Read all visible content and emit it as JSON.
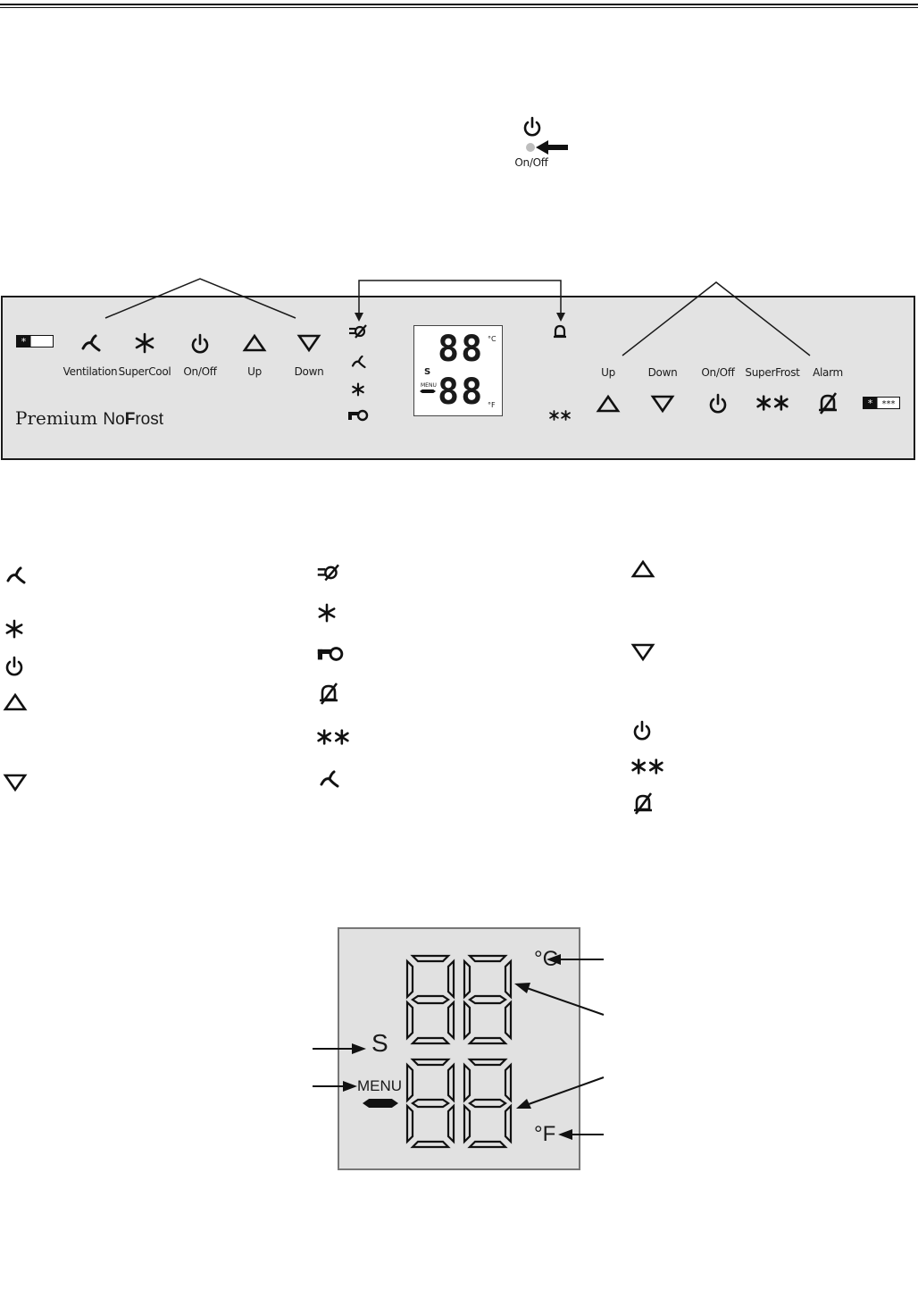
{
  "onoff_callout": {
    "label": "On/Off",
    "icon": "power-icon"
  },
  "fridge_controls": [
    {
      "id": "ventilation",
      "label": "Ventilation",
      "icon": "fan-icon"
    },
    {
      "id": "supercool",
      "label": "SuperCool",
      "icon": "snowflake-icon"
    },
    {
      "id": "onoff",
      "label": "On/Off",
      "icon": "power-icon"
    },
    {
      "id": "up",
      "label": "Up",
      "icon": "triangle-up-icon"
    },
    {
      "id": "down",
      "label": "Down",
      "icon": "triangle-down-icon"
    }
  ],
  "freezer_controls": [
    {
      "id": "up",
      "label": "Up",
      "icon": "triangle-up-icon"
    },
    {
      "id": "down",
      "label": "Down",
      "icon": "triangle-down-icon"
    },
    {
      "id": "onoff",
      "label": "On/Off",
      "icon": "power-icon"
    },
    {
      "id": "superfrost",
      "label": "SuperFrost",
      "icon": "double-snowflake-icon"
    },
    {
      "id": "alarm",
      "label": "Alarm",
      "icon": "alarm-off-icon"
    }
  ],
  "brand": {
    "premium": "Premium",
    "nofrost_no": "No",
    "nofrost_f": "F",
    "nofrost_rest": "rost"
  },
  "display_small": {
    "top_digits": "88",
    "bottom_digits": "88",
    "s_symbol": "S",
    "menu": "MENU",
    "celsius": "°C",
    "fahrenheit": "°F"
  },
  "display_large": {
    "s_symbol": "S",
    "menu": "MENU",
    "celsius": "°C",
    "fahrenheit": "°F"
  },
  "colors": {
    "panel": "#e3e3e3",
    "display": "#e1e1e1",
    "line": "#1a1a1a"
  }
}
